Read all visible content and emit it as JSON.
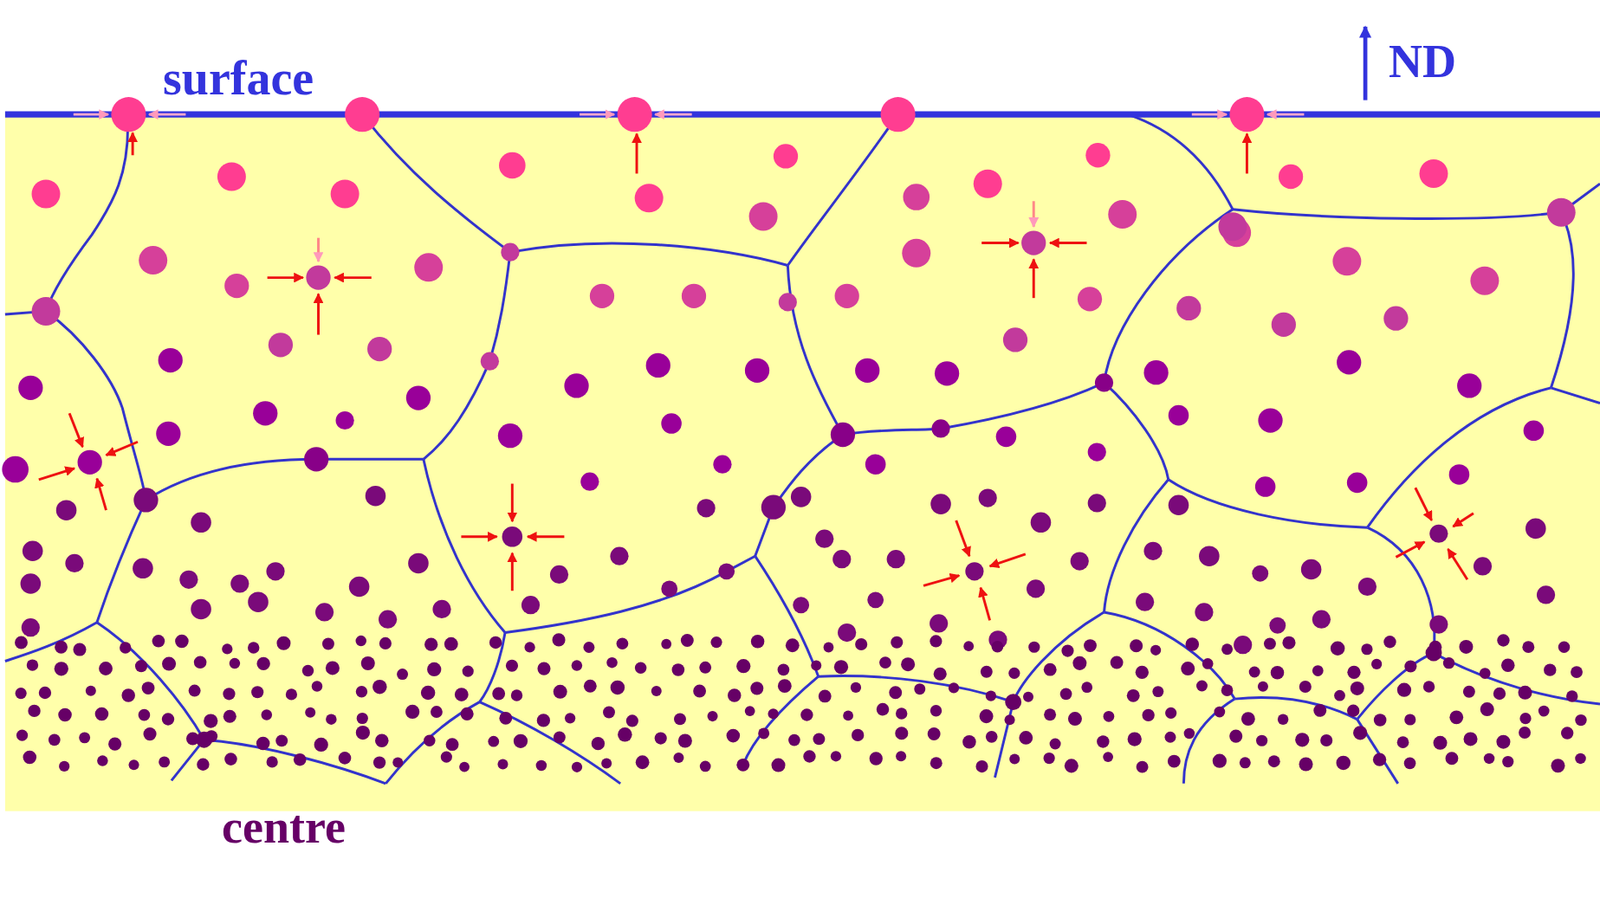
{
  "diagram": {
    "labels": [
      "surface",
      "ND",
      "centre"
    ]
  }
}
